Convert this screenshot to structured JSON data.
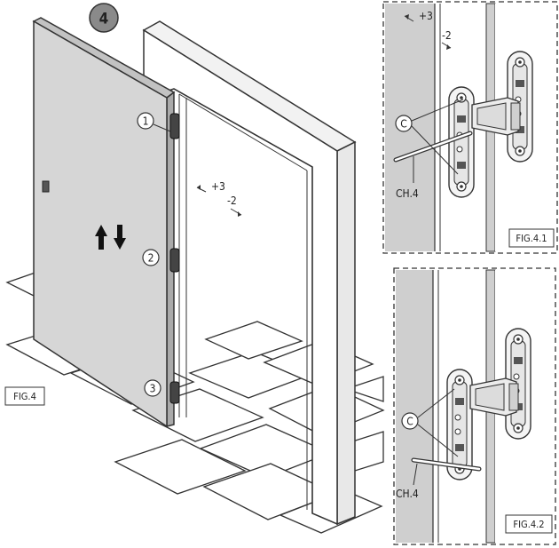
{
  "step": {
    "number": "4"
  },
  "main": {
    "hinge_markers": [
      "1",
      "2",
      "3"
    ],
    "adjust_plus": "+3",
    "adjust_minus": "-2",
    "figure_label": "FIG.4"
  },
  "detail_top": {
    "adjust_plus": "+3",
    "adjust_minus": "-2",
    "screw_label": "C",
    "tool_label": "CH.4",
    "figure_label": "FIG.4.1"
  },
  "detail_bottom": {
    "screw_label": "C",
    "tool_label": "CH.4",
    "figure_label": "FIG.4.2"
  },
  "colors": {
    "line": "#333333",
    "door_fill": "#d6d6d6",
    "detail_bg": "#cfcfcf",
    "frame_fill": "#ffffff",
    "step_badge": "#8a8a8a"
  }
}
